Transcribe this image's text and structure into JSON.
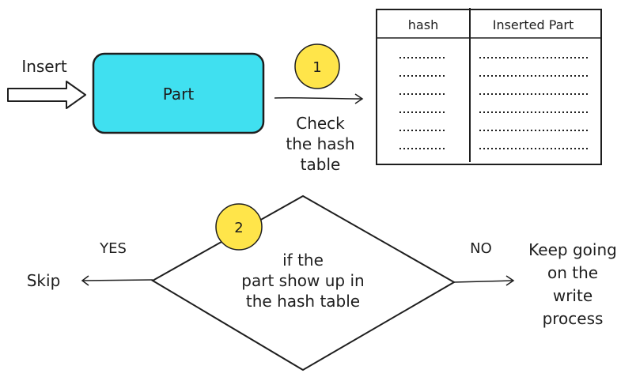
{
  "colors": {
    "part_fill": "#40e0f0",
    "badge_fill": "#ffe54a",
    "stroke": "#1e1e1e"
  },
  "insert_label": "Insert",
  "part_label": "Part",
  "step1": {
    "number": "1",
    "caption": [
      "Check",
      "the hash",
      "table"
    ]
  },
  "hash_table": {
    "headers": [
      "hash",
      "Inserted Part"
    ],
    "row_count": 6
  },
  "decision": {
    "number": "2",
    "text": [
      "if the",
      "part show up in",
      "the hash table"
    ],
    "yes_label": "YES",
    "no_label": "NO",
    "yes_result": "Skip",
    "no_result": [
      "Keep going",
      "on the",
      "write",
      "process"
    ]
  }
}
